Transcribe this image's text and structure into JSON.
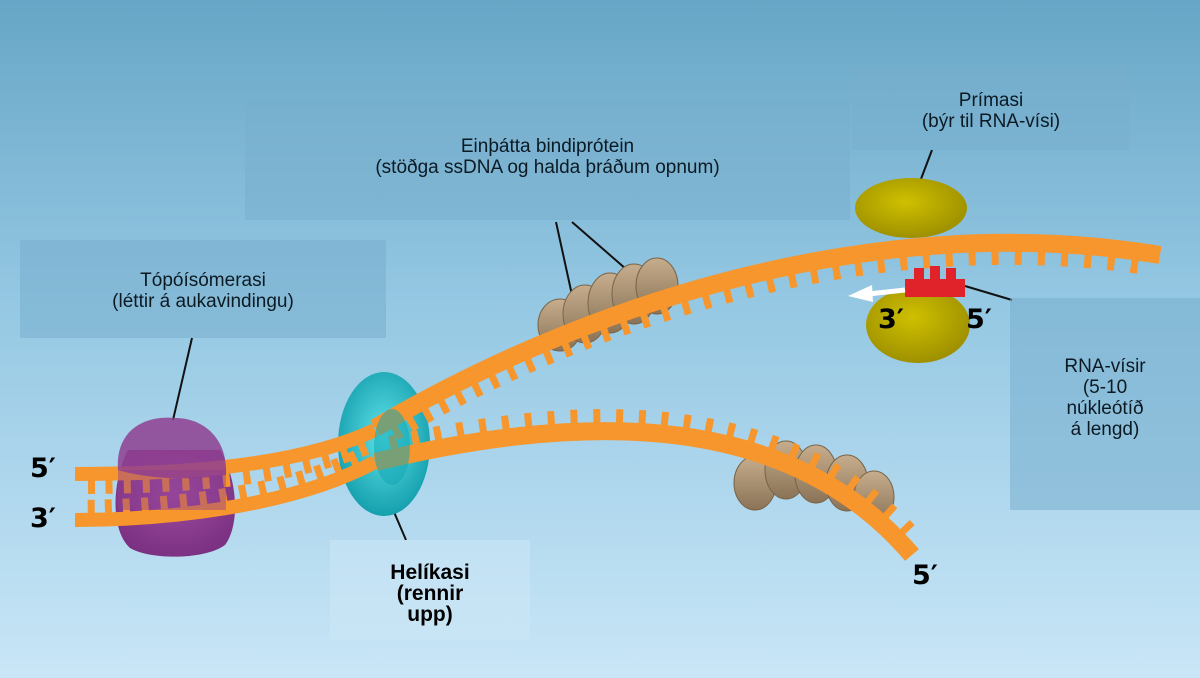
{
  "labels": {
    "topoisomerase": {
      "line1": "Tópóísómerasi",
      "line2": "(léttir á aukavindingu)"
    },
    "ssb": {
      "line1": "Einþátta bindiprótein",
      "line2": "(stöðga ssDNA og halda þráðum opnum)"
    },
    "primase": {
      "line1": "Prímasi",
      "line2": "(býr til RNA-vísi)"
    },
    "primer": {
      "line1": "RNA-vísir",
      "line2": "(5-10",
      "line3": "núkleótíð",
      "line4": "á lengd)"
    },
    "helicase": {
      "line1": "Helíkasi",
      "line2": "(rennir",
      "line3": "upp)"
    }
  },
  "ends": {
    "left_top": "5′",
    "left_bottom": "3′",
    "primer_left": "3′",
    "primer_right": "5′",
    "lower_strand": "5′"
  },
  "colors": {
    "dna": "#f7962c",
    "topoisomerase": "#8e3f91",
    "helicase": "#1fb6c3",
    "ssb": "#a68c6d",
    "primase": "#b8a800",
    "primer": "#e0232b"
  }
}
